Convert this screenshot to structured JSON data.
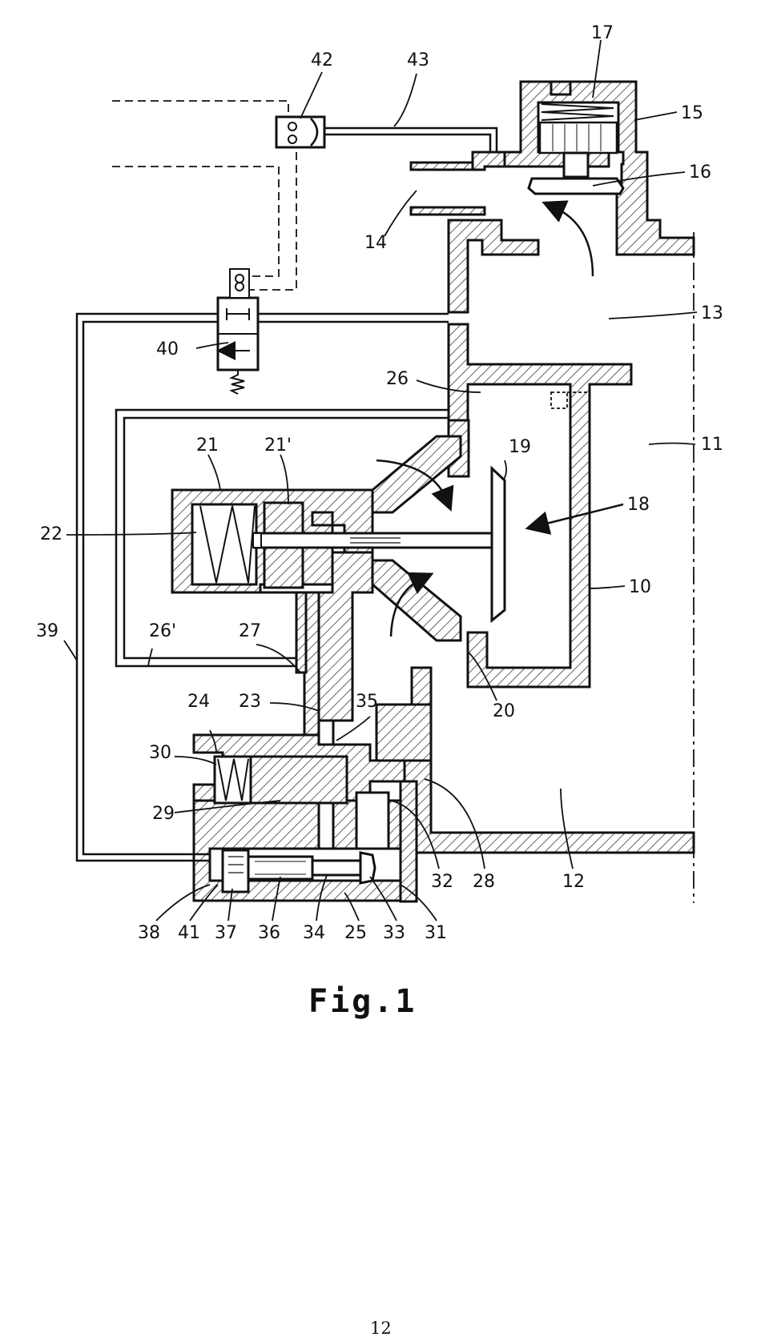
{
  "figure": {
    "caption": "Fig.1",
    "page_number": "12",
    "reference_labels": [
      {
        "id": "r42",
        "text": "42"
      },
      {
        "id": "r43",
        "text": "43"
      },
      {
        "id": "r17",
        "text": "17"
      },
      {
        "id": "r15",
        "text": "15"
      },
      {
        "id": "r16",
        "text": "16"
      },
      {
        "id": "r14",
        "text": "14"
      },
      {
        "id": "r13",
        "text": "13"
      },
      {
        "id": "r40",
        "text": "40"
      },
      {
        "id": "r26",
        "text": "26"
      },
      {
        "id": "r11",
        "text": "11"
      },
      {
        "id": "r21",
        "text": "21"
      },
      {
        "id": "r21p",
        "text": "21'"
      },
      {
        "id": "r19",
        "text": "19"
      },
      {
        "id": "r18",
        "text": "18"
      },
      {
        "id": "r22",
        "text": "22"
      },
      {
        "id": "r10",
        "text": "10"
      },
      {
        "id": "r39",
        "text": "39"
      },
      {
        "id": "r26p",
        "text": "26'"
      },
      {
        "id": "r27",
        "text": "27"
      },
      {
        "id": "r20",
        "text": "20"
      },
      {
        "id": "r24",
        "text": "24"
      },
      {
        "id": "r23",
        "text": "23"
      },
      {
        "id": "r35",
        "text": "35"
      },
      {
        "id": "r30",
        "text": "30"
      },
      {
        "id": "r29",
        "text": "29"
      },
      {
        "id": "r32",
        "text": "32"
      },
      {
        "id": "r28",
        "text": "28"
      },
      {
        "id": "r12",
        "text": "12"
      },
      {
        "id": "r38",
        "text": "38"
      },
      {
        "id": "r41",
        "text": "41"
      },
      {
        "id": "r37",
        "text": "37"
      },
      {
        "id": "r36",
        "text": "36"
      },
      {
        "id": "r34",
        "text": "34"
      },
      {
        "id": "r25",
        "text": "25"
      },
      {
        "id": "r33",
        "text": "33"
      },
      {
        "id": "r31",
        "text": "31"
      }
    ]
  }
}
